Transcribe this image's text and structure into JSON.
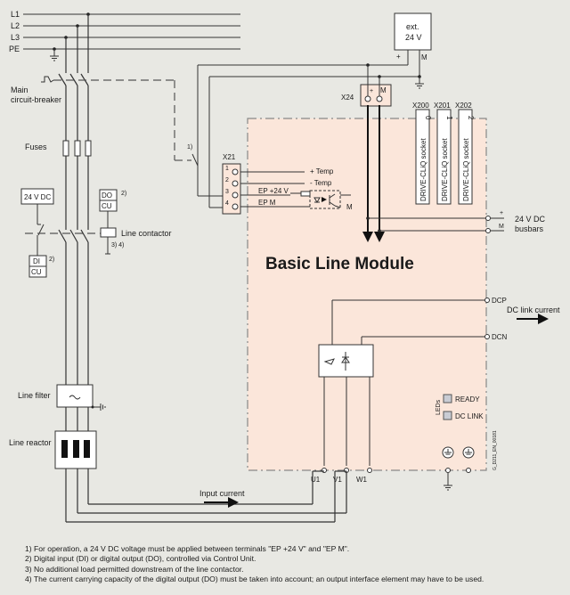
{
  "supply_lines": [
    "L1",
    "L2",
    "L3",
    "PE"
  ],
  "labels": {
    "main_breaker": [
      "Main",
      "circuit-breaker"
    ],
    "fuses": "Fuses",
    "dc_24v": "24 V DC",
    "do": "DO",
    "cu": "CU",
    "di": "DI",
    "note_ref_2": "2)",
    "line_contactor": "Line contactor",
    "note_ref_34": "3) 4)",
    "note_ref_1": "1)",
    "line_filter": "Line filter",
    "line_reactor": "Line reactor",
    "input_current": "Input current",
    "ext_supply": [
      "ext.",
      "24 V"
    ],
    "plus": "+",
    "m": "M",
    "x24": "X24",
    "x21": "X21",
    "module_title": "Basic Line Module",
    "busbars": [
      "24 V DC",
      "busbars"
    ],
    "dcp": "DCP",
    "dcn": "DCN",
    "dc_link_current": "DC link current",
    "leds_caption": "LEDs",
    "figure_id": "G_D211_EN_00181"
  },
  "x21_terminals": [
    {
      "num": "1",
      "signal": "+ Temp"
    },
    {
      "num": "2",
      "signal": "-  Temp"
    },
    {
      "num": "3",
      "signal": "EP +24 V"
    },
    {
      "num": "4",
      "signal": "EP M"
    }
  ],
  "drive_cliq_sockets": [
    {
      "connector": "X200",
      "index": "0",
      "label": "DRIVE-CLiQ socket"
    },
    {
      "connector": "X201",
      "index": "1",
      "label": "DRIVE-CLiQ socket"
    },
    {
      "connector": "X202",
      "index": "2",
      "label": "DRIVE-CLiQ socket"
    }
  ],
  "output_terminals": [
    "U1",
    "V1",
    "W1"
  ],
  "leds": [
    "READY",
    "DC LINK"
  ],
  "colors": {
    "background": "#e8e8e3",
    "module_fill": "#fbe6da",
    "wire": "#333333",
    "led": "#c9ccd4"
  },
  "footnotes": [
    "1) For operation, a 24 V DC voltage must be applied between terminals \"EP +24 V\" and \"EP M\".",
    "2) Digital input (DI) or digital output (DO), controlled via Control Unit.",
    "3) No additional load permitted downstream of the line contactor.",
    "4) The current carrying capacity of the digital output (DO) must be taken into account; an output interface element may have to be used."
  ]
}
